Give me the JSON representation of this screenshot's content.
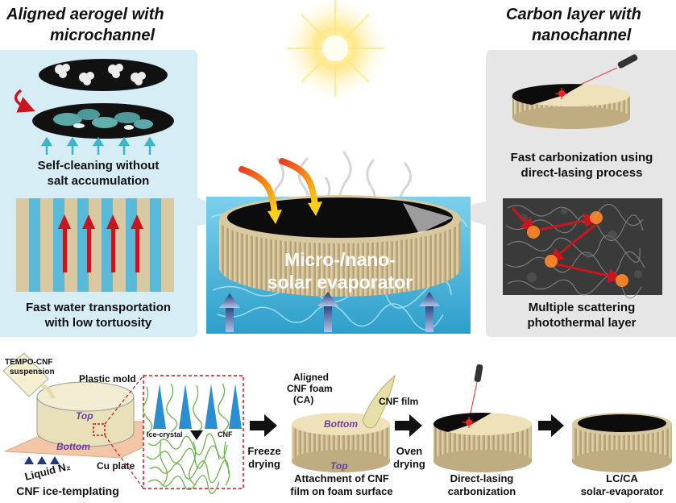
{
  "headers": {
    "left_line1": "Aligned aerogel with",
    "left_line2": "microchannel",
    "right_line1": "Carbon layer with",
    "right_line2": "nanochannel"
  },
  "left_panel": {
    "caption_top_line1": "Self-cleaning without",
    "caption_top_line2": "salt accumulation",
    "caption_bottom_line1": "Fast water transportation",
    "caption_bottom_line2": "with low tortuosity"
  },
  "center": {
    "label_line1": "Micro-/nano-",
    "label_line2": "solar evaporator"
  },
  "right_panel": {
    "caption_top_line1": "Fast carbonization using",
    "caption_top_line2": "direct-lasing process",
    "caption_bottom_line1": "Multiple scattering",
    "caption_bottom_line2": "photothermal layer"
  },
  "process": {
    "suspension_line1": "TEMPO-CNF",
    "suspension_line2": "suspension",
    "plastic_mold": "Plastic mold",
    "top": "Top",
    "bottom": "Bottom",
    "liquid_n2": "Liquid N₂",
    "cu_plate": "Cu plate",
    "ice_crystal": "Ice-crystal",
    "cnf": "CNF",
    "step1_caption": "CNF ice-templating",
    "freeze_line1": "Freeze",
    "freeze_line2": "drying",
    "foam_line1": "Aligned",
    "foam_line2": "CNF foam",
    "foam_line3": "(CA)",
    "cnf_film": "CNF film",
    "foam_bottom": "Bottom",
    "foam_top": "Top",
    "step2_line1": "Attachment of CNF",
    "step2_line2": "film on foam surface",
    "oven_line1": "Oven",
    "oven_line2": "drying",
    "step3_line1": "Direct-lasing",
    "step3_line2": "carbonization",
    "step4_line1": "LC/CA",
    "step4_line2": "solar-evaporator"
  },
  "colors": {
    "left_panel_bg": "#d6edf6",
    "right_panel_bg": "#e6e6e6",
    "water": "#4fb6d8",
    "foam": "#d9c9a0",
    "carbon": "#0c0c0c",
    "arrow_red": "#c8161e",
    "arrow_navy": "#1e3a78",
    "label_purple": "#6a3fa0"
  }
}
